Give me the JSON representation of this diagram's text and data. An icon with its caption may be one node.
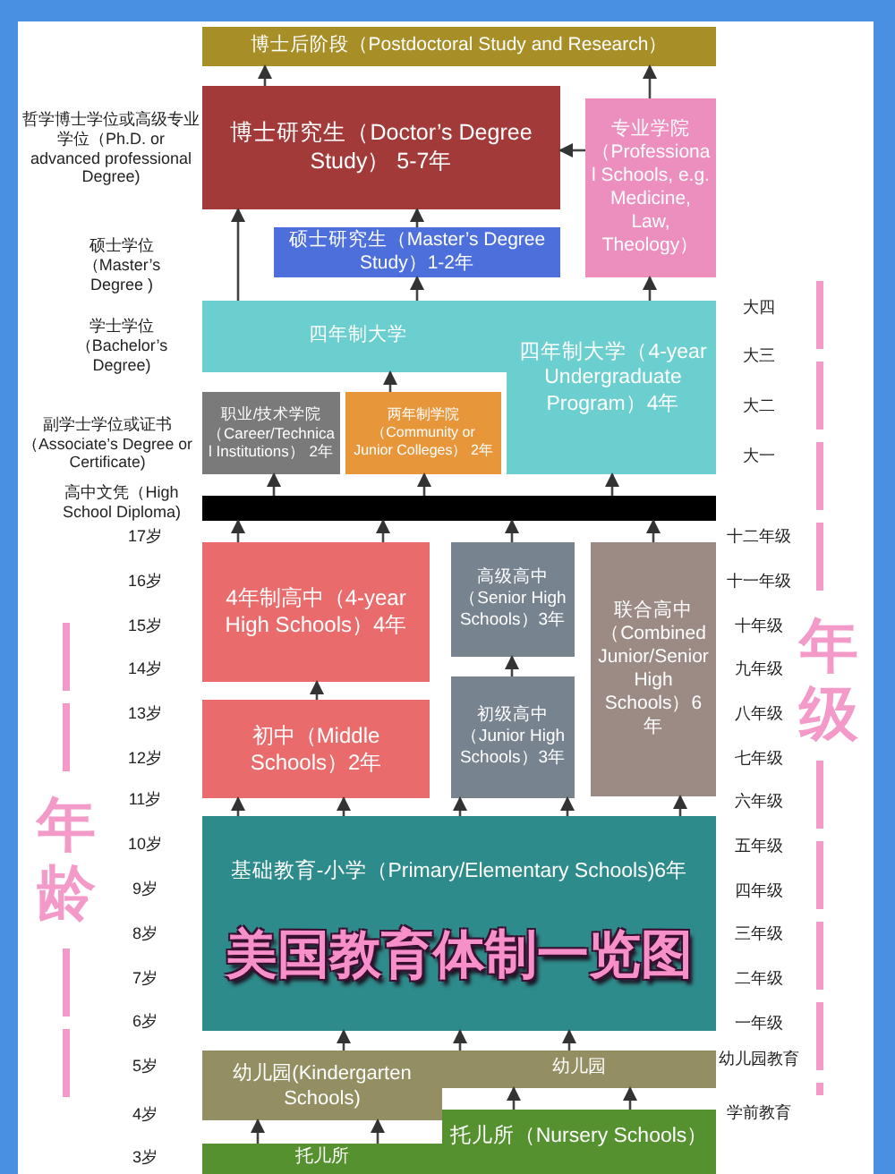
{
  "diagram": {
    "title": "美国教育体制一览图",
    "nodes": [
      {
        "text": [
          "博士后阶段（Postdoctoral Study and Research）"
        ]
      },
      {
        "text": [
          "博士研究生（Doctor’s Degree Study） 5-7年"
        ]
      },
      {
        "text": [
          "专业学院（Professional Schools, e.g. Medicine, Law, Theology）"
        ]
      },
      {
        "text": [
          "硕士研究生（Master’s Degree Study）1-2年"
        ]
      },
      {
        "text": [
          "四年制大学",
          "四年制大学（4-year Undergraduate Program）4年"
        ]
      },
      {
        "text": [
          "职业/技术学院（Career/Technical Institutions） 2年"
        ]
      },
      {
        "text": [
          "两年制学院（Community or Junior Colleges） 2年"
        ]
      },
      {
        "text": [],
        "shape": "bar"
      },
      {
        "text": [
          "4年制高中（4-year High Schools）4年"
        ]
      },
      {
        "text": [
          "高级高中（Senior High Schools）3年"
        ]
      },
      {
        "text": [
          "联合高中（Combined Junior/Senior High Schools）6年"
        ]
      },
      {
        "text": [
          "初中（Middle Schools）2年"
        ]
      },
      {
        "text": [
          "初级高中（Junior High Schools）3年"
        ]
      },
      {
        "text": [
          "基础教育-小学（Primary/Elementary Schools)6年"
        ]
      },
      {
        "text": [
          "幼儿园(Kindergarten Schools)",
          "幼儿园"
        ]
      },
      {
        "text": [
          "托儿所",
          "托儿所（Nursery Schools）"
        ]
      }
    ],
    "edges": [
      {
        "from": 1,
        "to": 0,
        "arrow": "to"
      },
      {
        "from": 2,
        "to": 0,
        "arrow": "to"
      },
      {
        "from": 2,
        "to": 1,
        "arrow": "to"
      },
      {
        "from": 3,
        "to": 1,
        "arrow": "to"
      },
      {
        "from": 4,
        "to": 1,
        "arrow": "to"
      },
      {
        "from": 4,
        "to": 3,
        "arrow": "to"
      },
      {
        "from": 4,
        "to": 2,
        "arrow": "to"
      },
      {
        "from": 6,
        "to": 4,
        "arrow": "to"
      },
      {
        "from": 7,
        "to": 5,
        "arrow": "to"
      },
      {
        "from": 7,
        "to": 6,
        "arrow": "to"
      },
      {
        "from": 7,
        "to": 4,
        "arrow": "to"
      },
      {
        "from": 8,
        "to": 7,
        "arrow": "to"
      },
      {
        "from": 8,
        "to": 7,
        "arrow": "to"
      },
      {
        "from": 9,
        "to": 7,
        "arrow": "to"
      },
      {
        "from": 10,
        "to": 7,
        "arrow": "to"
      },
      {
        "from": 11,
        "to": 8,
        "arrow": "to"
      },
      {
        "from": 12,
        "to": 9,
        "arrow": "to"
      },
      {
        "from": 13,
        "to": 11,
        "arrow": "to"
      },
      {
        "from": 13,
        "to": 11,
        "arrow": "to"
      },
      {
        "from": 13,
        "to": 12,
        "arrow": "to"
      },
      {
        "from": 13,
        "to": 12,
        "arrow": "to"
      },
      {
        "from": 13,
        "to": 10,
        "arrow": "to"
      },
      {
        "from": 14,
        "to": 13,
        "arrow": "to"
      },
      {
        "from": 14,
        "to": 13,
        "arrow": "to"
      },
      {
        "from": 14,
        "to": 13,
        "arrow": "to"
      },
      {
        "from": 15,
        "to": 14,
        "arrow": "to"
      },
      {
        "from": 15,
        "to": 14,
        "arrow": "to"
      },
      {
        "from": 15,
        "to": 14,
        "arrow": "to"
      },
      {
        "from": 15,
        "to": 14,
        "arrow": "to"
      }
    ],
    "labels": [
      "哲学博士学位或高级专业学位（Ph.D. or advanced professional Degree)",
      "硕士学位（Master’s Degree )",
      "学士学位（Bachelor’s Degree)",
      "副学士学位或证书（Associate’s Degree or Certificate)",
      "高中文凭（High School Diploma)",
      "17岁",
      "16岁",
      "15岁",
      "14岁",
      "13岁",
      "12岁",
      "11岁",
      "10岁",
      "9岁",
      "8岁",
      "7岁",
      "6岁",
      "5岁",
      "4岁",
      "3岁",
      "大四",
      "大三",
      "大二",
      "大一",
      "十二年级",
      "十一年级",
      "十年级",
      "九年级",
      "八年级",
      "七年级",
      "六年级",
      "五年级",
      "四年级",
      "三年级",
      "二年级",
      "一年级",
      "幼儿园教育",
      "学前教育",
      "年龄",
      "年级"
    ]
  }
}
